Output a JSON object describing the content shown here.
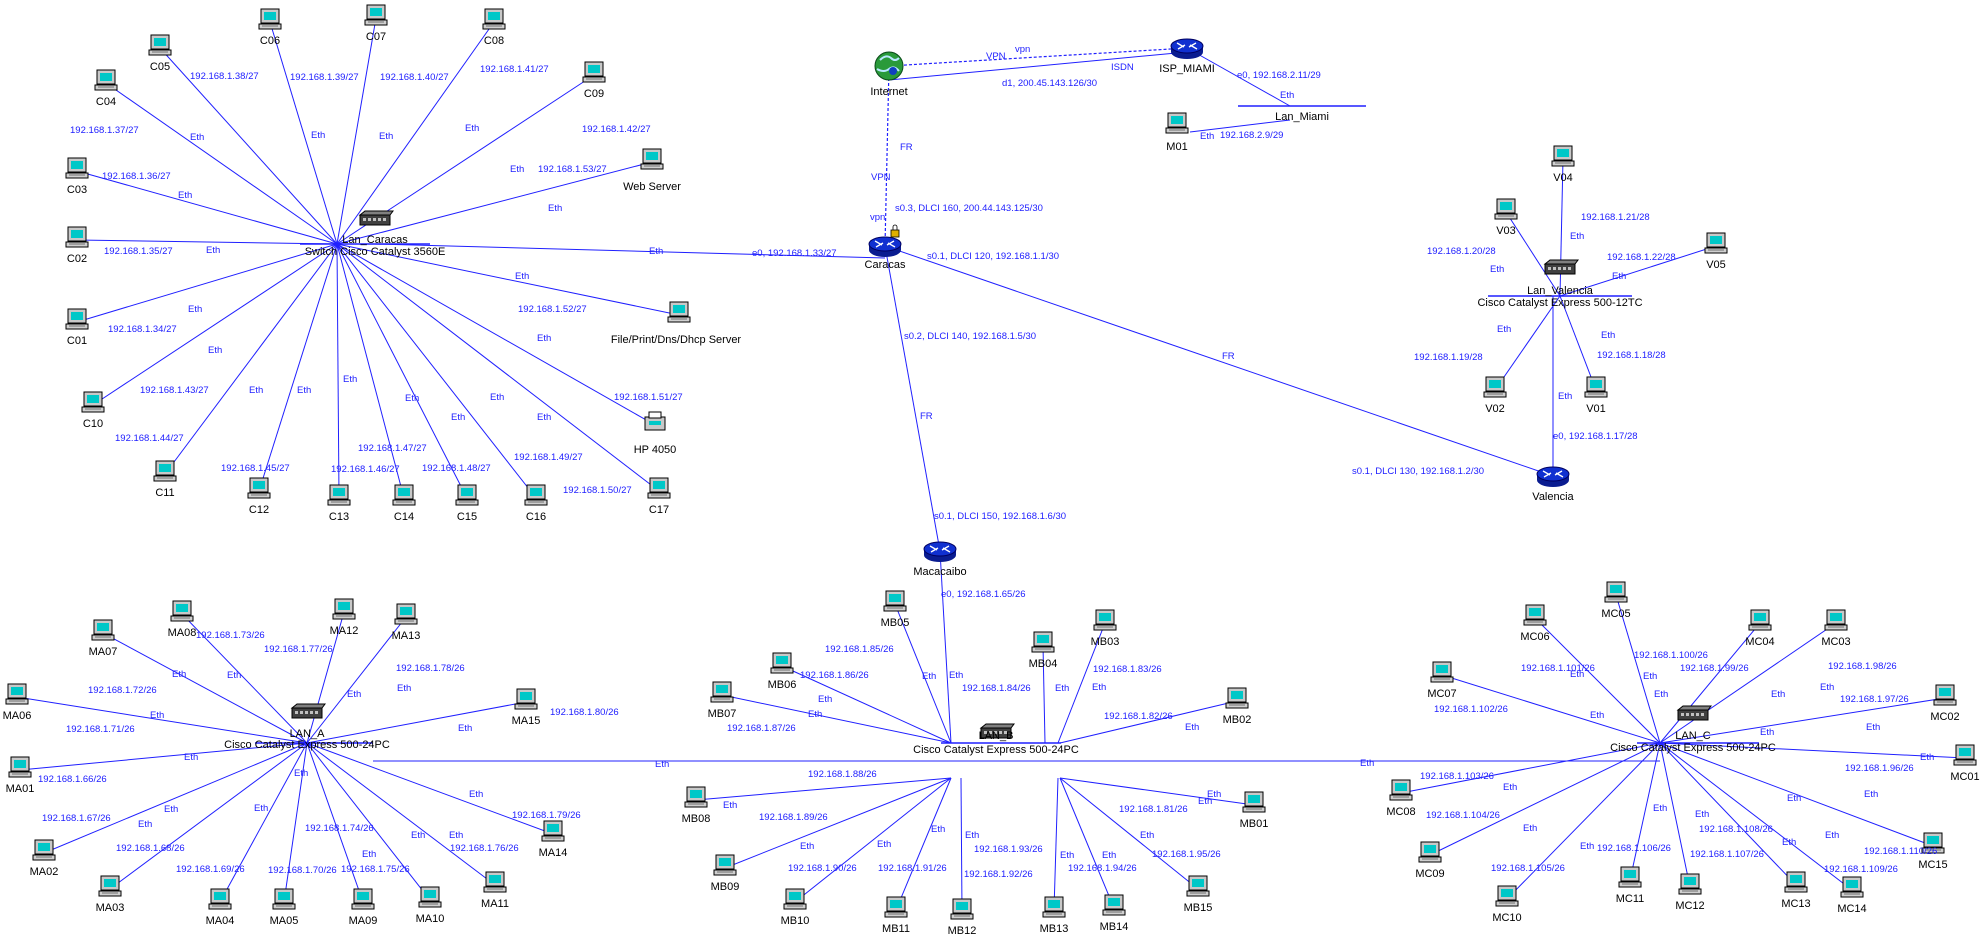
{
  "nodes": {
    "C05": "C05",
    "C06": "C06",
    "C07": "C07",
    "C08": "C08",
    "C09": "C09",
    "C04": "C04",
    "C03": "C03",
    "C02": "C02",
    "C01": "C01",
    "C10": "C10",
    "C11": "C11",
    "C12": "C12",
    "C13": "C13",
    "C14": "C14",
    "C15": "C15",
    "C16": "C16",
    "C17": "C17",
    "WebServer": "Web Server",
    "FileSrv": "File/Print/Dns/Dhcp Server",
    "HP4050": "HP 4050",
    "SwCaracas": "Lan_Caracas",
    "SwCaracasModel": "Switch Cisco Catalyst 3560E",
    "Internet": "Internet",
    "ISP": "ISP_MIAMI",
    "LanMiami": "Lan_Miami",
    "M01": "M01",
    "Caracas": "Caracas",
    "Valencia": "Valencia",
    "Maracaibo": "Macacaibo",
    "V01": "V01",
    "V02": "V02",
    "V03": "V03",
    "V04": "V04",
    "V05": "V05",
    "SwValencia": "Lan_Valencia",
    "SwValenciaModel": "Cisco Catalyst Express 500-12TC",
    "SwA": "LAN_A",
    "SwAModel": "Cisco Catalyst Express 500-24PC",
    "SwB": "LAN_B",
    "SwBModel": "Cisco Catalyst Express 500-24PC",
    "SwC": "LAN_C",
    "SwCModel": "Cisco Catalyst Express 500-24PC",
    "MA01": "MA01",
    "MA02": "MA02",
    "MA03": "MA03",
    "MA04": "MA04",
    "MA05": "MA05",
    "MA06": "MA06",
    "MA07": "MA07",
    "MA08": "MA08",
    "MA09": "MA09",
    "MA10": "MA10",
    "MA11": "MA11",
    "MA12": "MA12",
    "MA13": "MA13",
    "MA14": "MA14",
    "MA15": "MA15",
    "MB01": "MB01",
    "MB02": "MB02",
    "MB03": "MB03",
    "MB04": "MB04",
    "MB05": "MB05",
    "MB06": "MB06",
    "MB07": "MB07",
    "MB08": "MB08",
    "MB09": "MB09",
    "MB10": "MB10",
    "MB11": "MB11",
    "MB12": "MB12",
    "MB13": "MB13",
    "MB14": "MB14",
    "MB15": "MB15",
    "MC01": "MC01",
    "MC02": "MC02",
    "MC03": "MC03",
    "MC04": "MC04",
    "MC05": "MC05",
    "MC06": "MC06",
    "MC07": "MC07",
    "MC08": "MC08",
    "MC09": "MC09",
    "MC10": "MC10",
    "MC11": "MC11",
    "MC12": "MC12",
    "MC13": "MC13",
    "MC14": "MC14",
    "MC15": "MC15"
  },
  "labels": {
    "ip_c05": "192.168.1.38/27",
    "ip_c06": "192.168.1.39/27",
    "ip_c07": "192.168.1.40/27",
    "ip_c08": "192.168.1.41/27",
    "ip_c09": "192.168.1.42/27",
    "ip_c04": "192.168.1.37/27",
    "ip_c03": "192.168.1.36/27",
    "ip_c02": "192.168.1.35/27",
    "ip_c01": "192.168.1.34/27",
    "ip_c10": "192.168.1.43/27",
    "ip_c11": "192.168.1.44/27",
    "ip_c12": "192.168.1.45/27",
    "ip_c13": "192.168.1.46/27",
    "ip_c14": "192.168.1.47/27",
    "ip_c15": "192.168.1.48/27",
    "ip_c16": "192.168.1.49/27",
    "ip_c17": "192.168.1.50/27",
    "ip_web": "192.168.1.53/27",
    "ip_file": "192.168.1.52/27",
    "ip_hp": "192.168.1.51/27",
    "eth": "Eth",
    "fr": "FR",
    "vpn_up": "VPN",
    "vpn_lo": "vpn",
    "isdn": "ISDN",
    "car_e0": "e0, 192.168.1.33/27",
    "inet_d1": "d1, 200.45.143.126/30",
    "isp_e0": "e0, 192.168.2.11/29",
    "ip_m01": "192.168.2.9/29",
    "car_s03": "s0.3, DLCI 160, 200.44.143.125/30",
    "car_s01": "s0.1, DLCI 120, 192.168.1.1/30",
    "car_s02": "s0.2, DLCI 140, 192.168.1.5/30",
    "val_s01": "s0.1, DLCI 130, 192.168.1.2/30",
    "val_e0": "e0, 192.168.1.17/28",
    "mar_s01": "s0.1, DLCI 150, 192.168.1.6/30",
    "mar_e0": "e0, 192.168.1.65/26",
    "ip_v01": "192.168.1.18/28",
    "ip_v02": "192.168.1.19/28",
    "ip_v03": "192.168.1.20/28",
    "ip_v04": "192.168.1.21/28",
    "ip_v05": "192.168.1.22/28",
    "ip_ma01": "192.168.1.66/26",
    "ip_ma02": "192.168.1.67/26",
    "ip_ma03": "192.168.1.68/26",
    "ip_ma04": "192.168.1.69/26",
    "ip_ma05": "192.168.1.70/26",
    "ip_ma06": "192.168.1.71/26",
    "ip_ma07": "192.168.1.72/26",
    "ip_ma08": "192.168.1.73/26",
    "ip_ma09": "192.168.1.74/26",
    "ip_ma10": "192.168.1.75/26",
    "ip_ma11": "192.168.1.76/26",
    "ip_ma12": "192.168.1.77/26",
    "ip_ma13": "192.168.1.78/26",
    "ip_ma14": "192.168.1.79/26",
    "ip_ma15": "192.168.1.80/26",
    "ip_mb01": "192.168.1.81/26",
    "ip_mb02": "192.168.1.82/26",
    "ip_mb03": "192.168.1.83/26",
    "ip_mb04": "192.168.1.84/26",
    "ip_mb05": "192.168.1.85/26",
    "ip_mb06": "192.168.1.86/26",
    "ip_mb07": "192.168.1.87/26",
    "ip_mb08": "192.168.1.88/26",
    "ip_mb09": "192.168.1.89/26",
    "ip_mb10": "192.168.1.90/26",
    "ip_mb11": "192.168.1.91/26",
    "ip_mb12": "192.168.1.92/26",
    "ip_mb13": "192.168.1.93/26",
    "ip_mb14": "192.168.1.94/26",
    "ip_mb15": "192.168.1.95/26",
    "ip_mc01": "192.168.1.96/26",
    "ip_mc02": "192.168.1.97/26",
    "ip_mc03": "192.168.1.98/26",
    "ip_mc04": "192.168.1.99/26",
    "ip_mc05": "192.168.1.100/26",
    "ip_mc06": "192.168.1.101/26",
    "ip_mc07": "192.168.1.102/26",
    "ip_mc08": "192.168.1.103/26",
    "ip_mc09": "192.168.1.104/26",
    "ip_mc10": "192.168.1.105/26",
    "ip_mc11": "192.168.1.106/26",
    "ip_mc12": "192.168.1.107/26",
    "ip_mc13": "192.168.1.108/26",
    "ip_mc14": "192.168.1.109/26",
    "ip_mc15": "192.168.1.110/26"
  },
  "colors": {
    "link": "#2020ff",
    "screen": "#00c8c8",
    "router": "#1030d0",
    "switch": "#404040"
  },
  "icons": {
    "pc": "computer-icon",
    "router": "router-icon",
    "switch": "switch-icon",
    "printer": "printer-icon",
    "cloud": "internet-globe-icon",
    "lock": "lock-icon"
  }
}
